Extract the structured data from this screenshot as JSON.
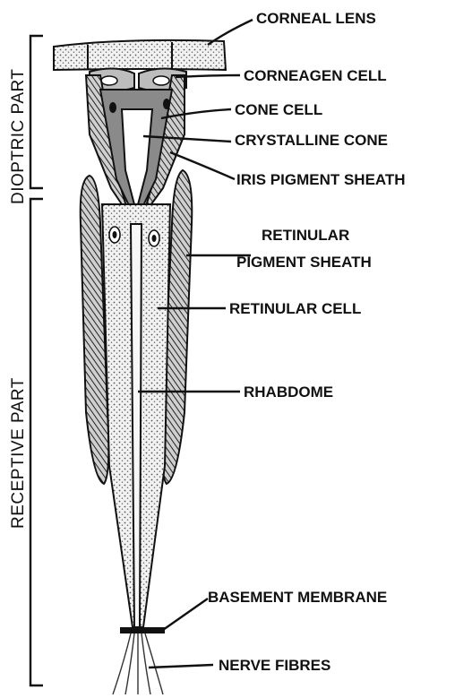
{
  "labels": {
    "corneal_lens": "CORNEAL LENS",
    "corneagen_cell": "CORNEAGEN CELL",
    "cone_cell": "CONE CELL",
    "crystalline_cone": "CRYSTALLINE CONE",
    "iris_pigment_sheath": "IRIS PIGMENT SHEATH",
    "retinular_pigment_sheath_1": "RETINULAR",
    "retinular_pigment_sheath_2": "PIGMENT SHEATH",
    "retinular_cell": "RETINULAR CELL",
    "rhabdome": "RHABDOME",
    "basement_membrane": "BASEMENT MEMBRANE",
    "nerve_fibres": "NERVE FIBRES"
  },
  "regions": {
    "dioptric": "DIOPTRIC PART",
    "receptive": "RECEPTIVE PART"
  }
}
